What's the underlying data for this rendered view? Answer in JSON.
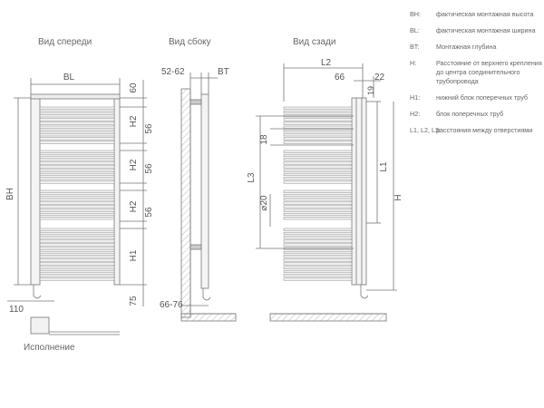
{
  "views": {
    "front": "Вид спереди",
    "side": "Вид сбоку",
    "back": "Вид сзади",
    "variant": "Исполнение"
  },
  "dims": {
    "bl": "BL",
    "bh": "BH",
    "bt": "BT",
    "d60": "60",
    "h2": "H2",
    "d56": "56",
    "h1": "H1",
    "d75": "75",
    "d110": "110",
    "d5262": "52-62",
    "d6676": "66-76",
    "l2": "L2",
    "d66": "66",
    "d22": "22",
    "d19": "19",
    "d18": "18",
    "l3": "L3",
    "d20": "⌀20",
    "l1": "L1",
    "h": "H"
  },
  "legend": [
    {
      "key": "BH:",
      "text": "фактическая монтажная высота"
    },
    {
      "key": "BL:",
      "text": "фактическая монтажная ширина"
    },
    {
      "key": "BT:",
      "text": "Монтажная глубина"
    },
    {
      "key": "H:",
      "text": "Расстояние от верхнего крепления до центра соединительного трубопровода"
    },
    {
      "key": "H1:",
      "text": "нижний блок поперечных труб"
    },
    {
      "key": "H2:",
      "text": "блок поперечных труб"
    },
    {
      "key": "L1, L2, L3:",
      "text": "расстояния между отверстиями"
    }
  ]
}
